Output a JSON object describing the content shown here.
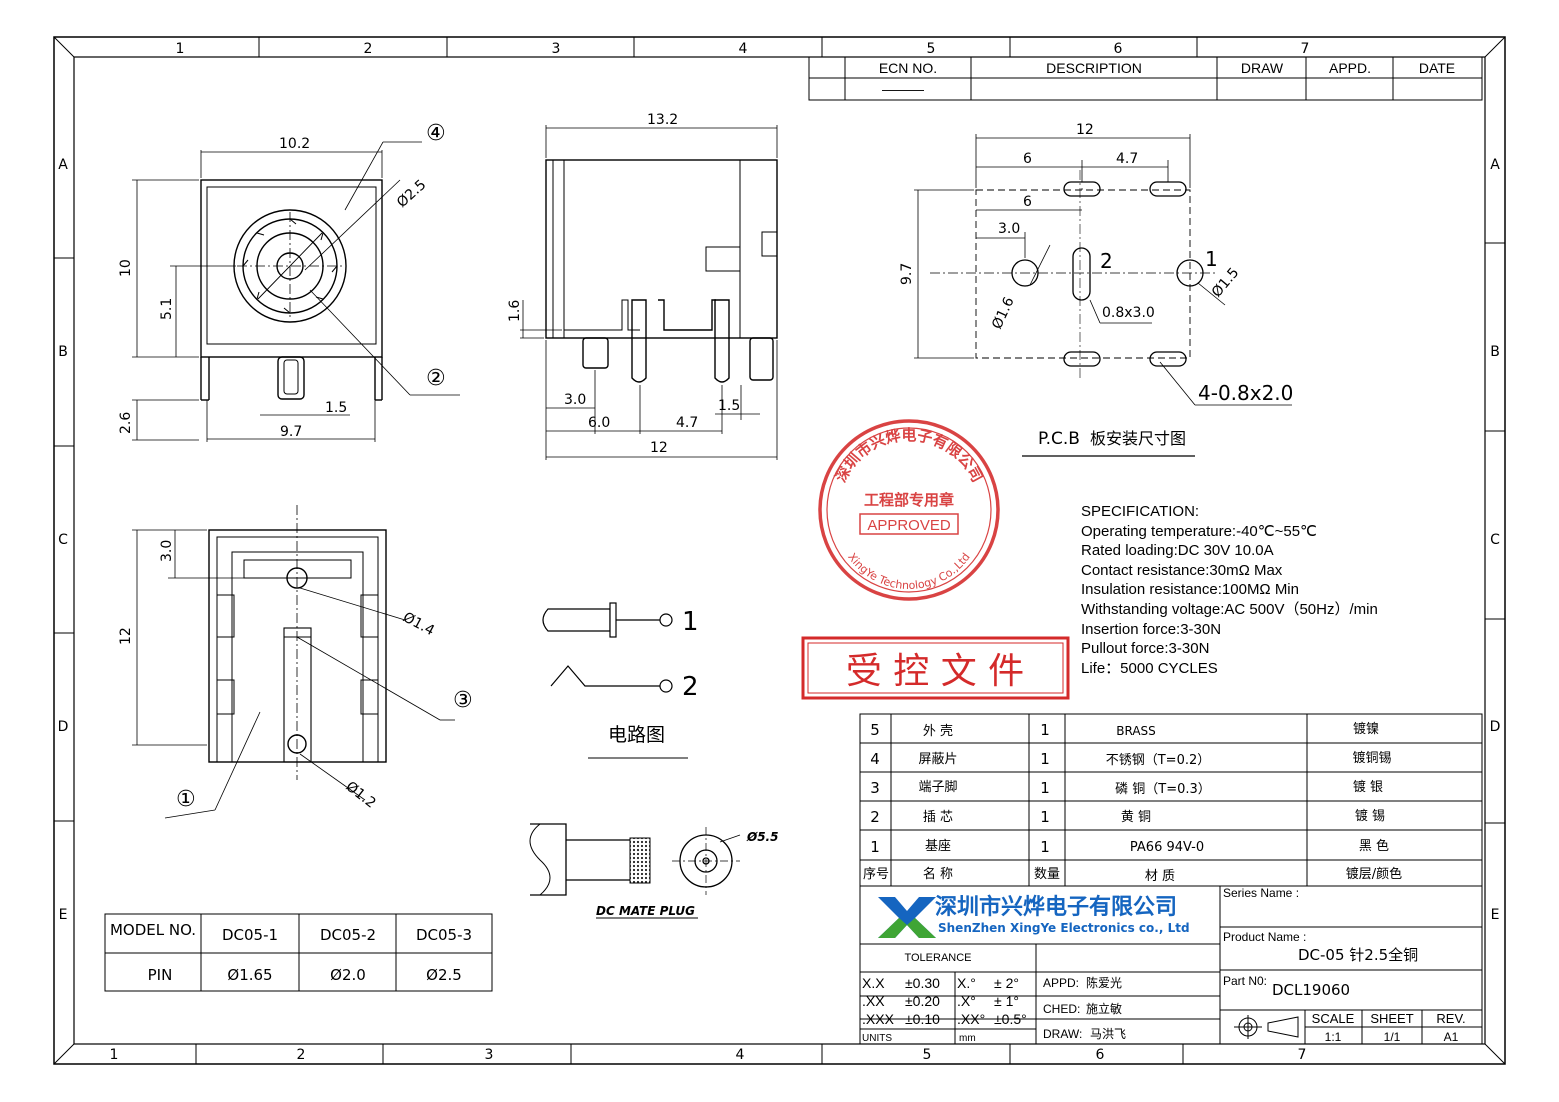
{
  "frame": {
    "top_cols": [
      "1",
      "2",
      "3",
      "4",
      "5",
      "6",
      "7"
    ],
    "bottom_cols": [
      "1",
      "2",
      "3",
      "4",
      "5",
      "6",
      "7"
    ],
    "rows": [
      "A",
      "B",
      "C",
      "D",
      "E"
    ]
  },
  "revision_table": {
    "headers": [
      "ECN NO.",
      "DESCRIPTION",
      "DRAW",
      "APPD.",
      "DATE"
    ],
    "row": [
      "———",
      "",
      "",
      "",
      ""
    ]
  },
  "front_view": {
    "dims": {
      "width": "10.2",
      "height": "10",
      "center": "5.1",
      "pin_gap": "1.5",
      "base": "9.7",
      "pin_len": "2.6",
      "hole": "Ø2.5"
    },
    "callouts": {
      "shield": "④",
      "contact": "②"
    }
  },
  "side_view": {
    "dims": {
      "length": "13.2",
      "step": "1.6",
      "d1": "3.0",
      "d2": "6.0",
      "d3": "4.7",
      "d4": "1.5",
      "total": "12"
    }
  },
  "pcb_layout": {
    "dims": {
      "total": "12",
      "a": "6",
      "b": "4.7",
      "c": "6",
      "d": "3.0",
      "height": "9.7",
      "hole_left": "Ø1.6",
      "slot": "0.8x3.0",
      "hole_right": "Ø1.5",
      "slots4": "4-0.8x2.0"
    },
    "pins": {
      "p1": "1",
      "p2": "2"
    },
    "title_en": "P.C.B",
    "title_cn": "板安装尺寸图"
  },
  "bottom_view": {
    "dims": {
      "top": "3.0",
      "height": "12",
      "hole1": "Ø1.4",
      "hole2": "Ø1.2"
    },
    "callouts": {
      "body": "①",
      "terminal": "③"
    }
  },
  "circuit": {
    "pin1": "1",
    "pin2": "2",
    "caption": "电路图"
  },
  "mate_plug": {
    "caption": "DC MATE PLUG",
    "dia": "Ø5.5"
  },
  "stamp": {
    "company": "深圳市兴烨电子有限公司",
    "dept": "工程部专用章",
    "status": "APPROVED",
    "english": "XingYe Technology Co.,Ltd"
  },
  "controlled": "受 控 文 件",
  "spec": {
    "title": "SPECIFICATION:",
    "lines": [
      "Operating temperature:-40℃~55℃",
      "Rated loading:DC 30V 10.0A",
      "Contact resistance:30mΩ Max",
      "Insulation resistance:100MΩ Min",
      "Withstanding voltage:AC 500V（50Hz）/min",
      "Insertion force:3-30N",
      "Pullout force:3-30N",
      "Life：5000 CYCLES"
    ]
  },
  "bom": {
    "rows": [
      {
        "no": "5",
        "name": "外 壳",
        "qty": "1",
        "material": "BRASS",
        "finish": "镀镍"
      },
      {
        "no": "4",
        "name": "屏蔽片",
        "qty": "1",
        "material": "不锈钢（T=0.2）",
        "finish": "镀铜锡"
      },
      {
        "no": "3",
        "name": "端子脚",
        "qty": "1",
        "material": "磷 铜（T=0.3）",
        "finish": "镀 银"
      },
      {
        "no": "2",
        "name": "插 芯",
        "qty": "1",
        "material": "黄 铜",
        "finish": "镀 锡"
      },
      {
        "no": "1",
        "name": "基座",
        "qty": "1",
        "material": "PA66  94V-0",
        "finish": "黑 色"
      }
    ],
    "header": {
      "no": "序号",
      "name": "名 称",
      "qty": "数量",
      "material": "材 质",
      "finish": "镀层/颜色"
    }
  },
  "title_block": {
    "company_cn": "深圳市兴烨电子有限公司",
    "company_en": "ShenZhen XingYe Electronics co., Ltd",
    "series_label": "Series Name :",
    "series_value": "",
    "product_label": "Product Name :",
    "product_value": "DC-05  针2.5全铜",
    "part_label": "Part N0:",
    "part_value": "DCL19060",
    "tolerance_label": "TOLERANCE",
    "tol_rows": [
      {
        "a": "X.X",
        "b": "±0.30",
        "c": "X.°",
        "d": "±  2°"
      },
      {
        "a": ".XX",
        "b": "±0.20",
        "c": ".X°",
        "d": "±  1°"
      },
      {
        "a": ".XXX",
        "b": "±0.10",
        "c": ".XX°",
        "d": "±0.5°"
      }
    ],
    "units_label": "UNITS",
    "units_value": "mm",
    "appd": "APPD:",
    "appd_name": "陈爱光",
    "ched": "CHED:",
    "ched_name": "施立敏",
    "draw": "DRAW:",
    "draw_name": "马洪飞",
    "scale_label": "SCALE",
    "scale": "1:1",
    "sheet_label": "SHEET",
    "sheet": "1/1",
    "rev_label": "REV.",
    "rev": "A1"
  },
  "model_table": {
    "headers": [
      "MODEL NO.",
      "DC05-1",
      "DC05-2",
      "DC05-3"
    ],
    "row": [
      "PIN",
      "Ø1.65",
      "Ø2.0",
      "Ø2.5"
    ]
  },
  "colors": {
    "stamp_red": "#d42a2a",
    "logo_blue": "#1565c0",
    "logo_green": "#3fa535"
  }
}
